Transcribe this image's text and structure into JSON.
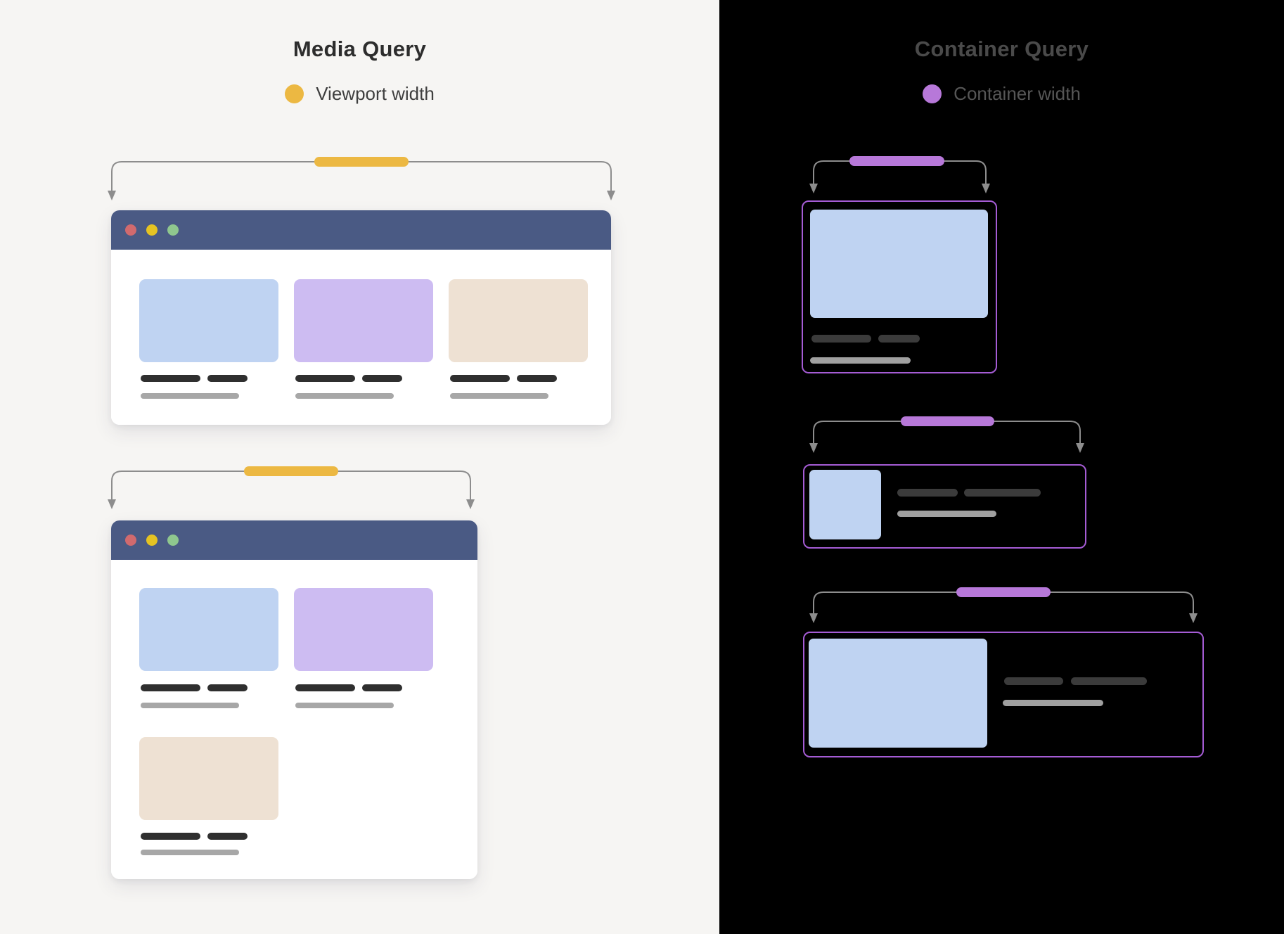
{
  "left": {
    "title": "Media Query",
    "legend": {
      "label": "Viewport width",
      "dot_icon": "viewport-width-dot"
    }
  },
  "right": {
    "title": "Container Query",
    "legend": {
      "label": "Container width",
      "dot_icon": "container-width-dot"
    }
  },
  "colors": {
    "leftBg": "#f6f5f3",
    "rightBg": "#000000",
    "leftTitle": "#2d2d2d",
    "leftLegendText": "#3f3f3f",
    "rightTitle": "#4a4a4a",
    "rightLegendText": "#565656",
    "yellow": "#ecb842",
    "purplePill": "#b778d9",
    "purpleBorder": "#a55cd5",
    "navy": "#4a5a84",
    "trafRed": "#d16a6e",
    "trafYellow": "#e5c322",
    "trafGreen": "#8fc78e",
    "cardBlue": "#bfd3f2",
    "cardPurple": "#cdbcf2",
    "cardBeige": "#eee1d3",
    "darkBar": "#2f2f2f",
    "grayBar": "#a7a7a7",
    "darkBarOnBlack": "#3b3b3b",
    "grayBarOnBlack": "#a0a0a0",
    "bracketLine": "#8d8d8d"
  }
}
